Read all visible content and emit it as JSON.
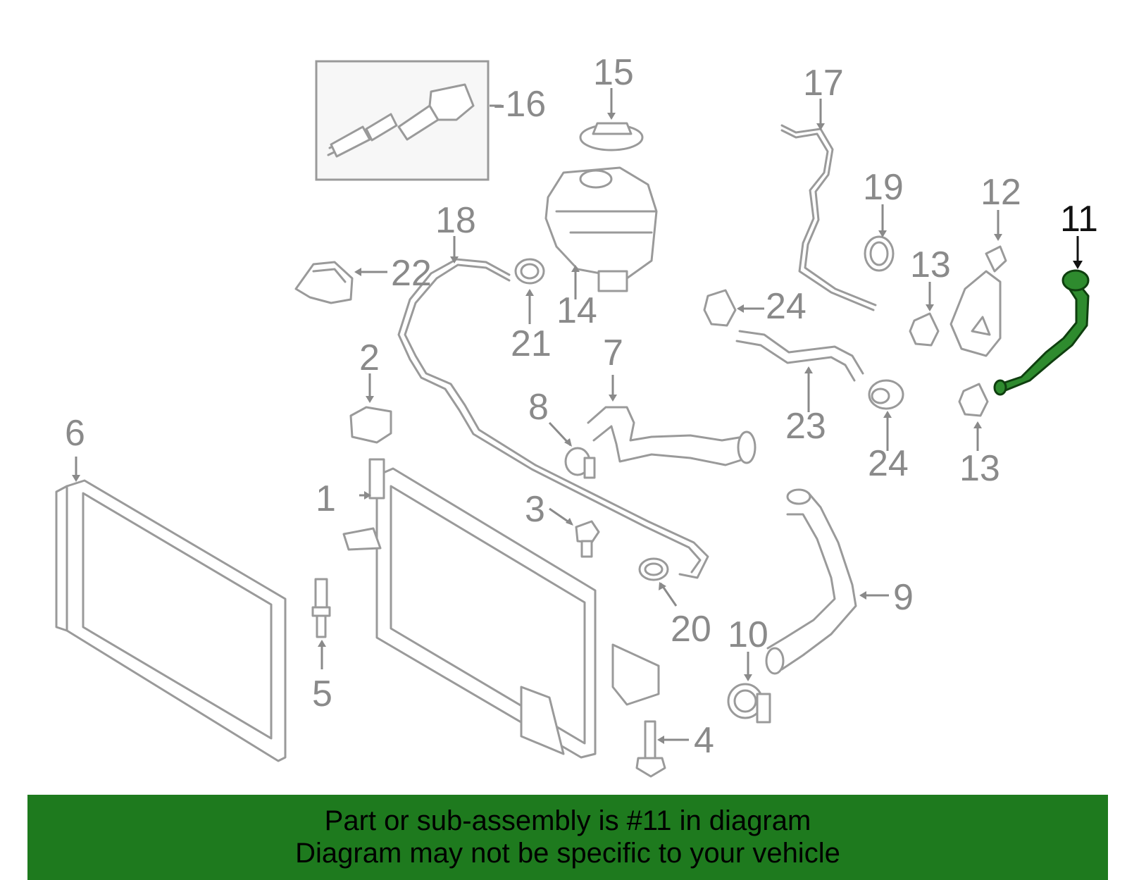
{
  "diagram": {
    "callouts": [
      {
        "id": "1",
        "label": "1"
      },
      {
        "id": "2",
        "label": "2"
      },
      {
        "id": "3",
        "label": "3"
      },
      {
        "id": "4",
        "label": "4"
      },
      {
        "id": "5",
        "label": "5"
      },
      {
        "id": "6",
        "label": "6"
      },
      {
        "id": "7",
        "label": "7"
      },
      {
        "id": "8",
        "label": "8"
      },
      {
        "id": "9",
        "label": "9"
      },
      {
        "id": "10",
        "label": "10"
      },
      {
        "id": "11",
        "label": "11"
      },
      {
        "id": "12",
        "label": "12"
      },
      {
        "id": "13a",
        "label": "13"
      },
      {
        "id": "13b",
        "label": "13"
      },
      {
        "id": "14",
        "label": "14"
      },
      {
        "id": "15",
        "label": "15"
      },
      {
        "id": "16",
        "label": "-16"
      },
      {
        "id": "17",
        "label": "17"
      },
      {
        "id": "18",
        "label": "18"
      },
      {
        "id": "19",
        "label": "19"
      },
      {
        "id": "20",
        "label": "20"
      },
      {
        "id": "21",
        "label": "21"
      },
      {
        "id": "22",
        "label": "22"
      },
      {
        "id": "23",
        "label": "23"
      },
      {
        "id": "24a",
        "label": "24"
      },
      {
        "id": "24b",
        "label": "24"
      }
    ],
    "highlighted_part": "11",
    "highlight_color": "#2e8b2e",
    "line_color": "#9a9a9a"
  },
  "banner": {
    "line1": "Part or sub-assembly is #11 in diagram",
    "line2": "Diagram may not be specific to your vehicle",
    "background": "#1e7a1e"
  }
}
